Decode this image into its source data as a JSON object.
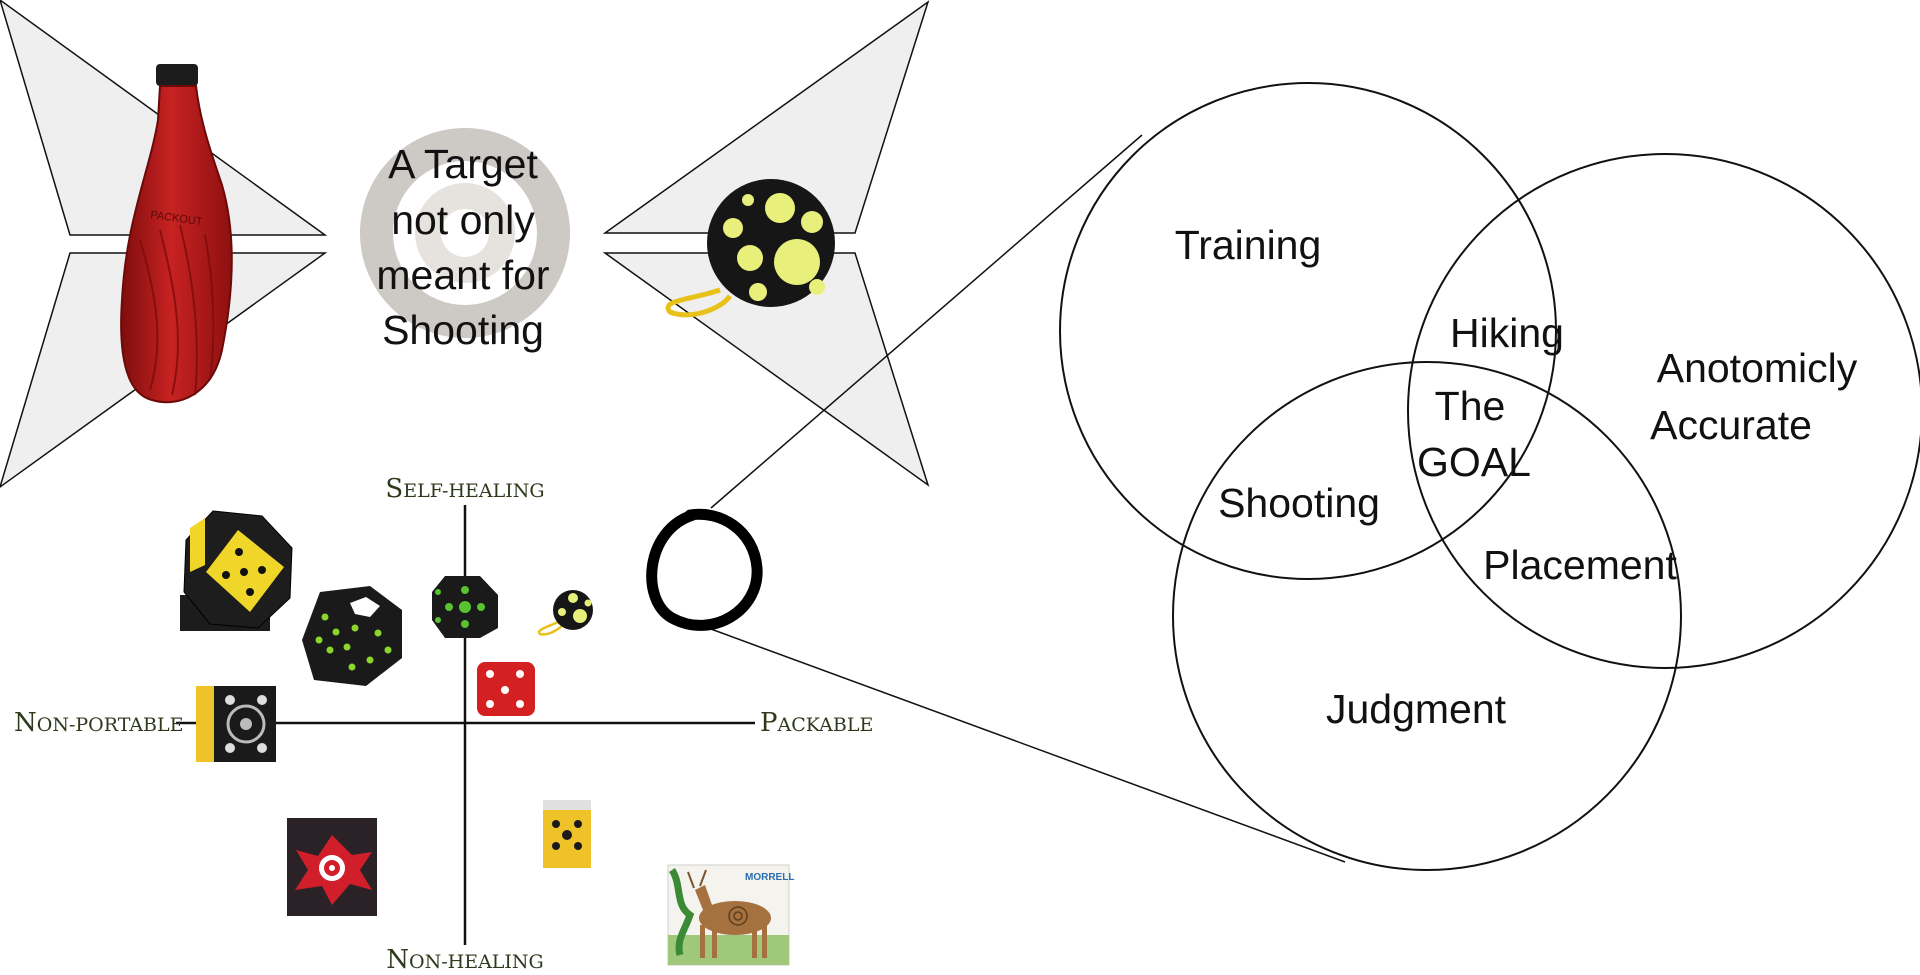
{
  "target_text": {
    "line1": "A Target",
    "line2": "not only",
    "line3": "meant for",
    "line4": "Shooting"
  },
  "axes": {
    "top": {
      "initial": "S",
      "rest": "ELF-HEALING"
    },
    "bottom": {
      "initial": "N",
      "rest": "ON-HEALING"
    },
    "left": {
      "initial": "N",
      "rest": "ON-PORTABLE"
    },
    "right": {
      "initial": "P",
      "rest": "ACKABLE"
    }
  },
  "venn": {
    "training": "Training",
    "anatomic_line1": "Anotomicly",
    "anatomic_line2": "Accurate",
    "judgment": "Judgment",
    "hiking": "Hiking",
    "shooting": "Shooting",
    "placement": "Placement",
    "goal_line1": "The",
    "goal_line2": "GOAL"
  },
  "photos": {
    "bottle_brand": "PACKOUT",
    "deer_target_brand": "MORRELL"
  },
  "colors": {
    "arrow_fill": "#efefef",
    "bottle_red": "#b41a1a",
    "ball_black": "#161616",
    "ball_spot": "#e8ef7a",
    "target_ring": "#cdc9c4",
    "axis_text": "#2f3a1d",
    "cube_red": "#d42020",
    "cube_yellow": "#f1d62a"
  }
}
